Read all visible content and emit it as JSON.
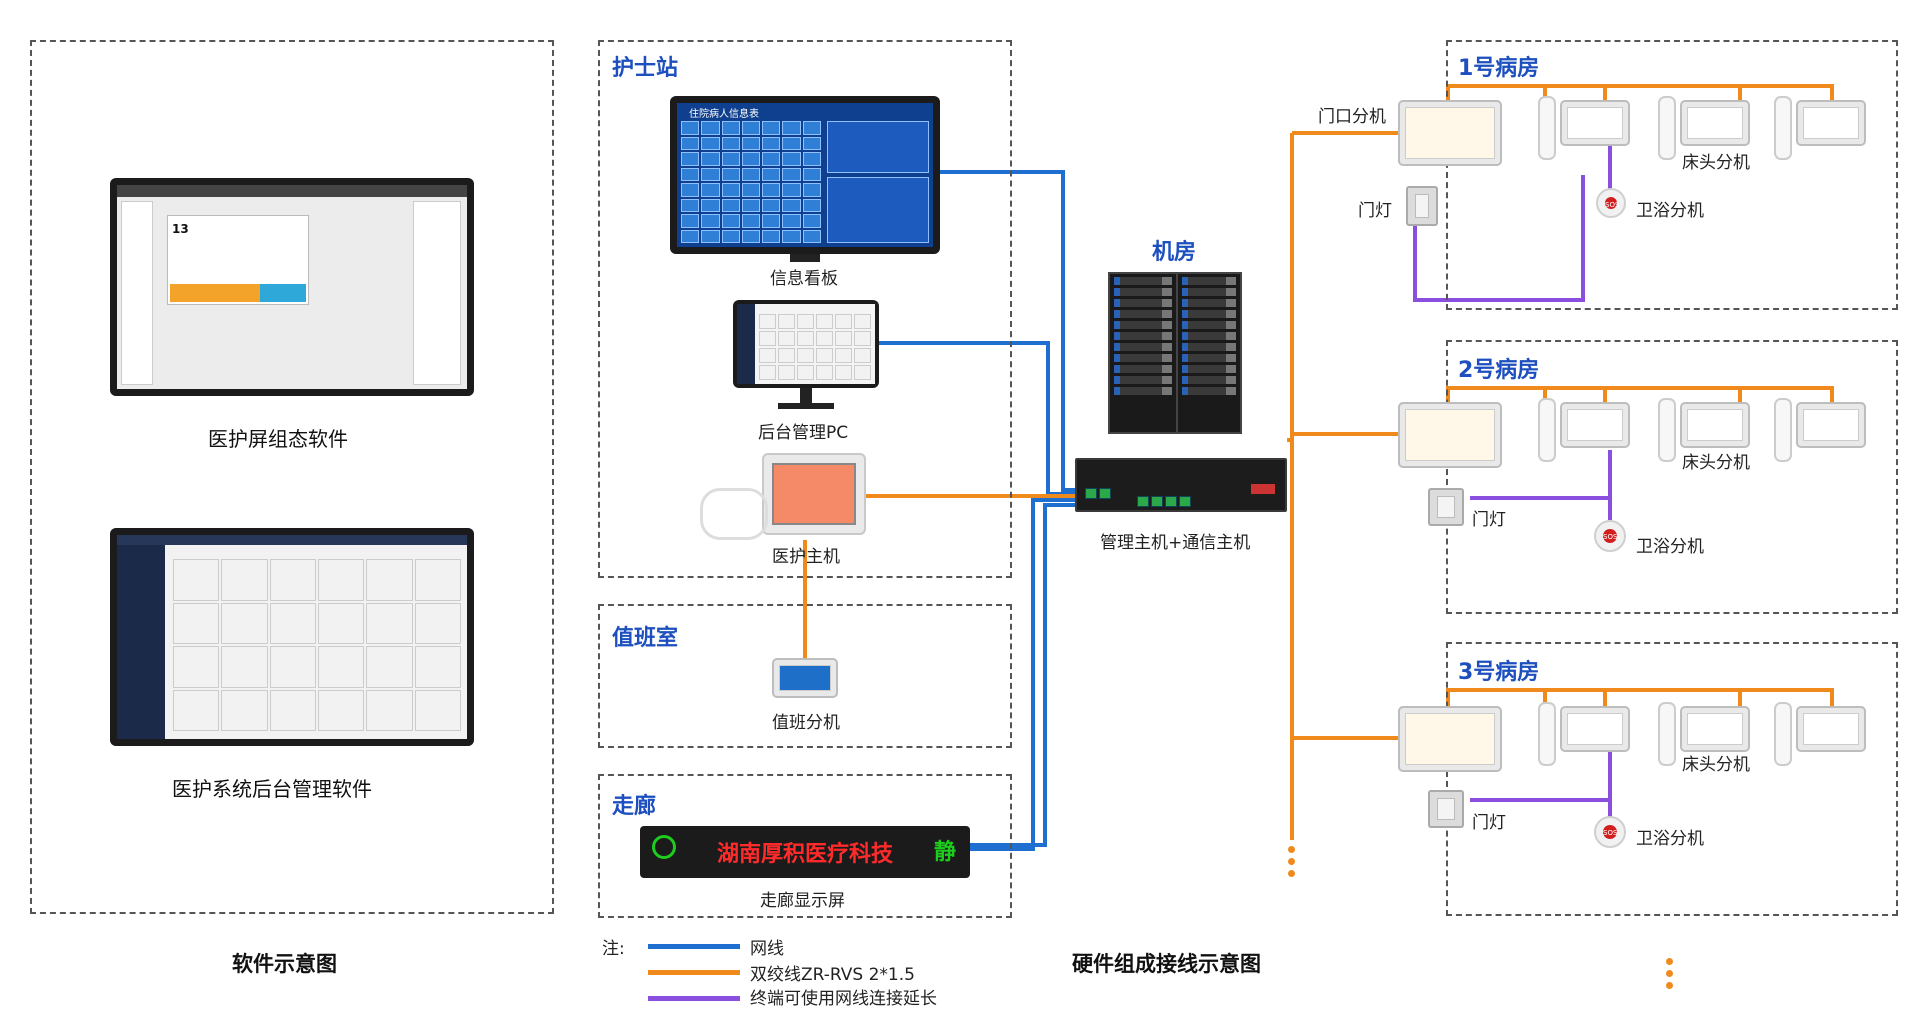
{
  "left_panel": {
    "software1_label": "医护屏组态软件",
    "software2_label": "医护系统后台管理软件",
    "caption": "软件示意图"
  },
  "nurse_station": {
    "title": "护士站",
    "info_board_label": "信息看板",
    "info_board_screen_title": "住院病人信息表",
    "pc_label": "后台管理PC",
    "host_label": "医护主机"
  },
  "duty_room": {
    "title": "值班室",
    "terminal_label": "值班分机"
  },
  "corridor": {
    "title": "走廊",
    "led_text": "湖南厚积医疗科技",
    "led_right": "静",
    "display_label": "走廊显示屏"
  },
  "machine_room": {
    "title": "机房",
    "host_label": "管理主机+通信主机"
  },
  "wards": [
    {
      "title": "1号病房",
      "door_terminal": "门口分机",
      "door_light": "门灯",
      "bedside": "床头分机",
      "bathroom": "卫浴分机"
    },
    {
      "title": "2号病房",
      "door_light": "门灯",
      "bedside": "床头分机",
      "bathroom": "卫浴分机"
    },
    {
      "title": "3号病房",
      "door_light": "门灯",
      "bedside": "床头分机",
      "bathroom": "卫浴分机"
    }
  ],
  "legend": {
    "note": "注:",
    "items": [
      {
        "label": "网线",
        "color": "#1f6fd1"
      },
      {
        "label": "双绞线ZR-RVS 2*1.5",
        "color": "#f08a1c"
      },
      {
        "label": "终端可使用网线连接延长",
        "color": "#8b4fe0"
      }
    ]
  },
  "hardware_caption": "硬件组成接线示意图",
  "colors": {
    "network": "#1f6fd1",
    "twisted_pair": "#f08a1c",
    "extension": "#8b4fe0",
    "section_title": "#1d4fbf"
  }
}
